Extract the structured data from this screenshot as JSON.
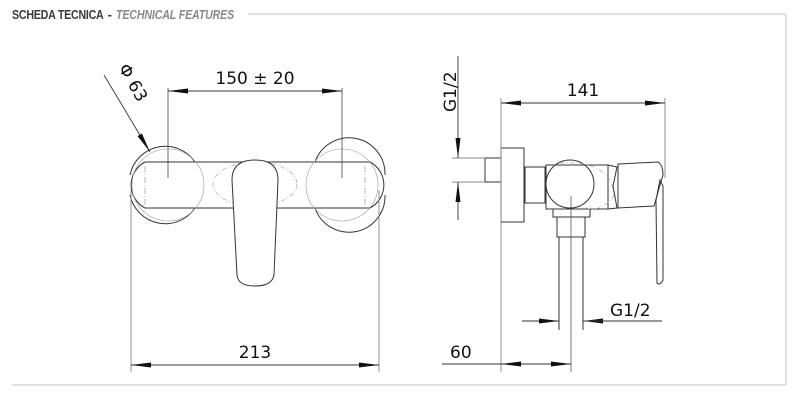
{
  "header": {
    "title": "SCHEDA TECNICA",
    "separator": "-",
    "subtitle": "TECHNICAL FEATURES"
  },
  "front_view": {
    "dimensions": {
      "diameter": "Φ 63",
      "center_distance": "150 ± 20",
      "total_width": "213"
    }
  },
  "side_view": {
    "dimensions": {
      "inlet_thread": "G1/2",
      "depth": "141",
      "outlet_thread": "G1/2",
      "wall_offset": "60"
    }
  },
  "colors": {
    "line": "#333333",
    "frame": "#d8d8d8",
    "title_dark": "#3a3a3a",
    "title_light": "#8a8a8a"
  }
}
